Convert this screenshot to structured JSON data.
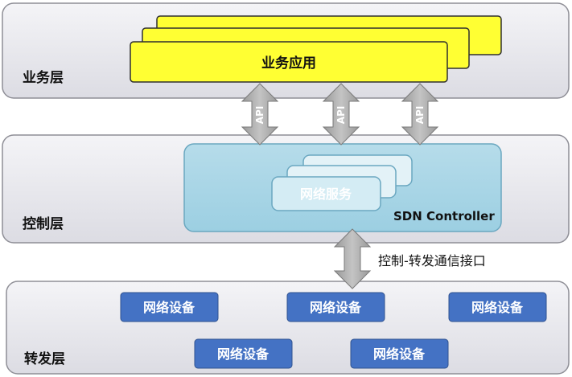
{
  "layers": {
    "business": {
      "label": "业务层"
    },
    "control": {
      "label": "控制层"
    },
    "forwarding": {
      "label": "转发层"
    }
  },
  "business_app": {
    "label": "业务应用"
  },
  "api_arrows": [
    {
      "label": "API"
    },
    {
      "label": "API"
    },
    {
      "label": "API"
    }
  ],
  "controller": {
    "label": "SDN Controller",
    "service_label": "网络服务"
  },
  "interface": {
    "label": "控制-转发通信接口"
  },
  "devices": [
    {
      "label": "网络设备"
    },
    {
      "label": "网络设备"
    },
    {
      "label": "网络设备"
    },
    {
      "label": "网络设备"
    },
    {
      "label": "网络设备"
    }
  ],
  "colors": {
    "layer_fill": "#ececf1",
    "app_fill": "#ffff33",
    "controller_fill": "#a9d6e6",
    "service_fill": "#d9eef5",
    "device_fill": "#4472c4",
    "arrow_fill": "#aaaaaa"
  }
}
